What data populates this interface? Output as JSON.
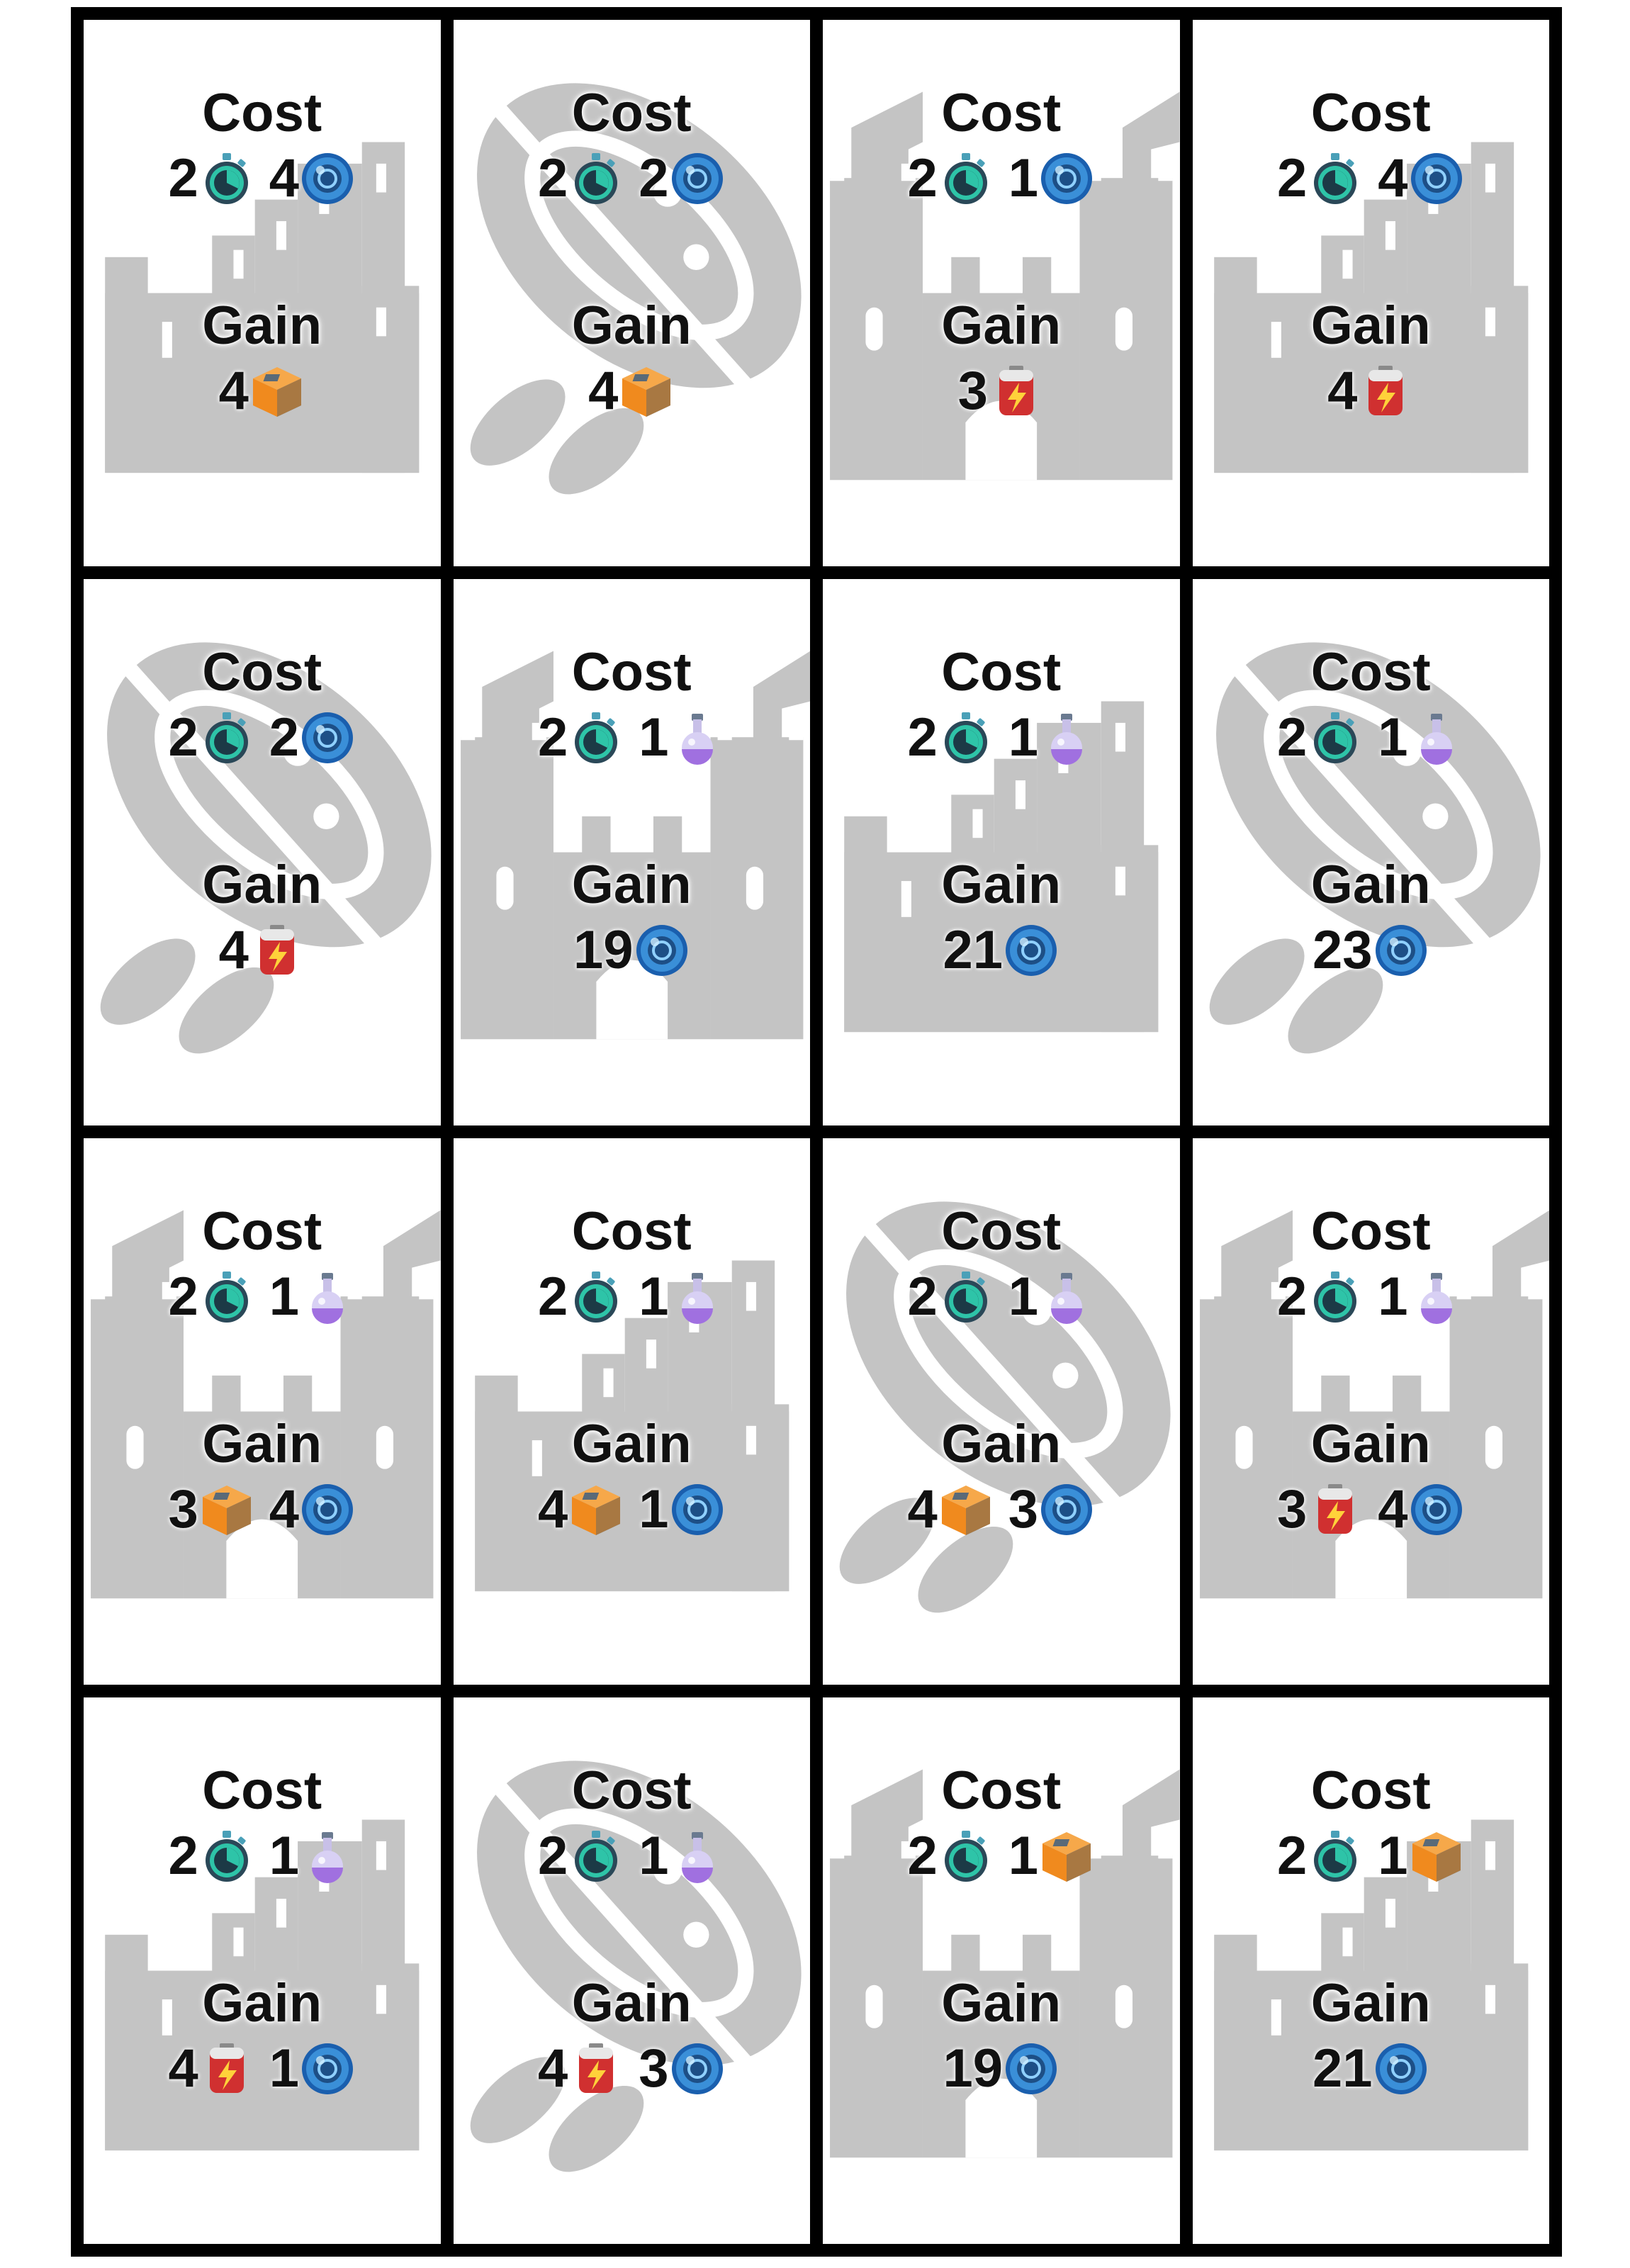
{
  "labels": {
    "cost": "Cost",
    "gain": "Gain"
  },
  "colors": {
    "silhouette": "#c4c4c4",
    "border": "#000000",
    "time": "#2ec4a8",
    "energy": "#3a8fd8",
    "potion": "#a070e0",
    "crate": "#f08a1e",
    "battery": "#d03030"
  },
  "cards": [
    {
      "background": "city-silhouette",
      "cost": [
        {
          "qty": "2",
          "icon": "stopwatch-icon"
        },
        {
          "qty": "4",
          "icon": "energy-orb-icon"
        }
      ],
      "gain": [
        {
          "qty": "4",
          "icon": "crate-icon"
        }
      ]
    },
    {
      "background": "spaceship-silhouette",
      "cost": [
        {
          "qty": "2",
          "icon": "stopwatch-icon"
        },
        {
          "qty": "2",
          "icon": "energy-orb-icon"
        }
      ],
      "gain": [
        {
          "qty": "4",
          "icon": "crate-icon"
        }
      ]
    },
    {
      "background": "castle-silhouette",
      "cost": [
        {
          "qty": "2",
          "icon": "stopwatch-icon"
        },
        {
          "qty": "1",
          "icon": "energy-orb-icon"
        }
      ],
      "gain": [
        {
          "qty": "3",
          "icon": "battery-icon"
        }
      ]
    },
    {
      "background": "city-silhouette",
      "cost": [
        {
          "qty": "2",
          "icon": "stopwatch-icon"
        },
        {
          "qty": "4",
          "icon": "energy-orb-icon"
        }
      ],
      "gain": [
        {
          "qty": "4",
          "icon": "battery-icon"
        }
      ]
    },
    {
      "background": "spaceship-silhouette",
      "cost": [
        {
          "qty": "2",
          "icon": "stopwatch-icon"
        },
        {
          "qty": "2",
          "icon": "energy-orb-icon"
        }
      ],
      "gain": [
        {
          "qty": "4",
          "icon": "battery-icon"
        }
      ]
    },
    {
      "background": "castle-silhouette",
      "cost": [
        {
          "qty": "2",
          "icon": "stopwatch-icon"
        },
        {
          "qty": "1",
          "icon": "potion-icon"
        }
      ],
      "gain": [
        {
          "qty": "19",
          "icon": "energy-orb-icon"
        }
      ]
    },
    {
      "background": "city-silhouette",
      "cost": [
        {
          "qty": "2",
          "icon": "stopwatch-icon"
        },
        {
          "qty": "1",
          "icon": "potion-icon"
        }
      ],
      "gain": [
        {
          "qty": "21",
          "icon": "energy-orb-icon"
        }
      ]
    },
    {
      "background": "spaceship-silhouette",
      "cost": [
        {
          "qty": "2",
          "icon": "stopwatch-icon"
        },
        {
          "qty": "1",
          "icon": "potion-icon"
        }
      ],
      "gain": [
        {
          "qty": "23",
          "icon": "energy-orb-icon"
        }
      ]
    },
    {
      "background": "castle-silhouette",
      "cost": [
        {
          "qty": "2",
          "icon": "stopwatch-icon"
        },
        {
          "qty": "1",
          "icon": "potion-icon"
        }
      ],
      "gain": [
        {
          "qty": "3",
          "icon": "crate-icon"
        },
        {
          "qty": "4",
          "icon": "energy-orb-icon"
        }
      ]
    },
    {
      "background": "city-silhouette",
      "cost": [
        {
          "qty": "2",
          "icon": "stopwatch-icon"
        },
        {
          "qty": "1",
          "icon": "potion-icon"
        }
      ],
      "gain": [
        {
          "qty": "4",
          "icon": "crate-icon"
        },
        {
          "qty": "1",
          "icon": "energy-orb-icon"
        }
      ]
    },
    {
      "background": "spaceship-silhouette",
      "cost": [
        {
          "qty": "2",
          "icon": "stopwatch-icon"
        },
        {
          "qty": "1",
          "icon": "potion-icon"
        }
      ],
      "gain": [
        {
          "qty": "4",
          "icon": "crate-icon"
        },
        {
          "qty": "3",
          "icon": "energy-orb-icon"
        }
      ]
    },
    {
      "background": "castle-silhouette",
      "cost": [
        {
          "qty": "2",
          "icon": "stopwatch-icon"
        },
        {
          "qty": "1",
          "icon": "potion-icon"
        }
      ],
      "gain": [
        {
          "qty": "3",
          "icon": "battery-icon"
        },
        {
          "qty": "4",
          "icon": "energy-orb-icon"
        }
      ]
    },
    {
      "background": "city-silhouette",
      "cost": [
        {
          "qty": "2",
          "icon": "stopwatch-icon"
        },
        {
          "qty": "1",
          "icon": "potion-icon"
        }
      ],
      "gain": [
        {
          "qty": "4",
          "icon": "battery-icon"
        },
        {
          "qty": "1",
          "icon": "energy-orb-icon"
        }
      ]
    },
    {
      "background": "spaceship-silhouette",
      "cost": [
        {
          "qty": "2",
          "icon": "stopwatch-icon"
        },
        {
          "qty": "1",
          "icon": "potion-icon"
        }
      ],
      "gain": [
        {
          "qty": "4",
          "icon": "battery-icon"
        },
        {
          "qty": "3",
          "icon": "energy-orb-icon"
        }
      ]
    },
    {
      "background": "castle-silhouette",
      "cost": [
        {
          "qty": "2",
          "icon": "stopwatch-icon"
        },
        {
          "qty": "1",
          "icon": "crate-icon"
        }
      ],
      "gain": [
        {
          "qty": "19",
          "icon": "energy-orb-icon"
        }
      ]
    },
    {
      "background": "city-silhouette",
      "cost": [
        {
          "qty": "2",
          "icon": "stopwatch-icon"
        },
        {
          "qty": "1",
          "icon": "crate-icon"
        }
      ],
      "gain": [
        {
          "qty": "21",
          "icon": "energy-orb-icon"
        }
      ]
    }
  ]
}
